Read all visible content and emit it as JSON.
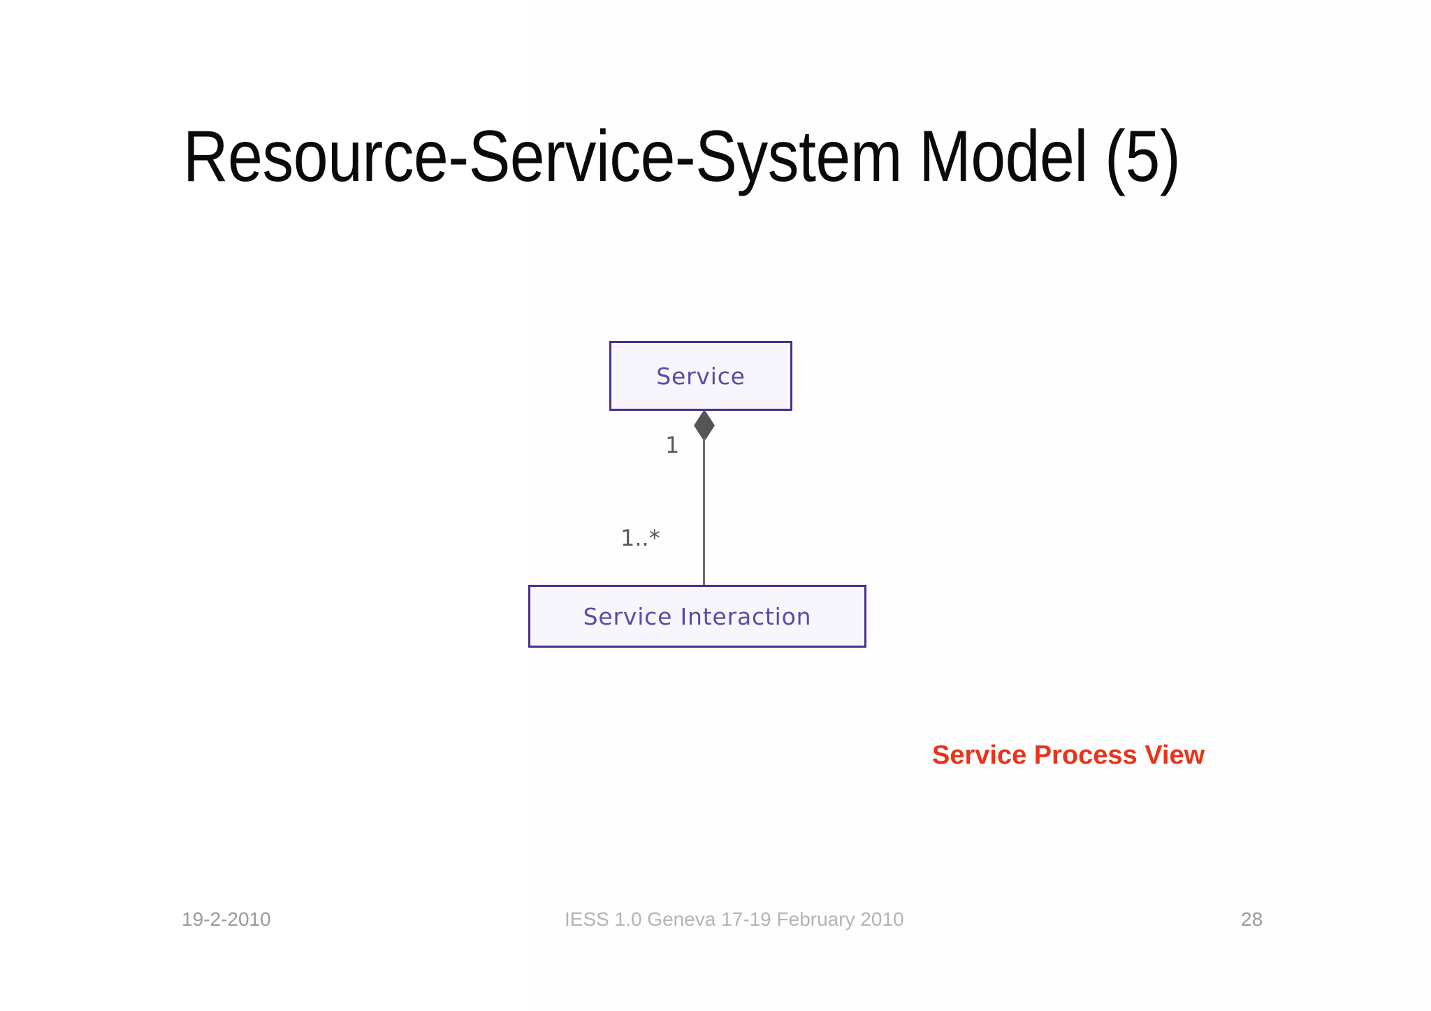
{
  "slide": {
    "title": "Resource-Service-System Model (5)",
    "background_color": "#ffffff"
  },
  "diagram": {
    "type": "uml-class-diagram",
    "notation": "composition",
    "colors": {
      "box_border": "#4b2d8f",
      "box_fill": "#f7f6fc",
      "box_text": "#5a4ba6",
      "connector": "#6b6b6b",
      "diamond": "#555555",
      "multiplicity_text": "#595959"
    },
    "classes": [
      {
        "id": "service",
        "label": "Service"
      },
      {
        "id": "service-interaction",
        "label": "Service Interaction"
      }
    ],
    "associations": [
      {
        "from": "service",
        "to": "service-interaction",
        "kind": "composition",
        "source_multiplicity": "1",
        "target_multiplicity": "1..*"
      }
    ],
    "multiplicity_near_service": "1",
    "multiplicity_near_interaction": "1..*"
  },
  "annotation": {
    "label": "Service Process View",
    "color": "#e8341a"
  },
  "footer": {
    "date": "19-2-2010",
    "event": "IESS 1.0 Geneva 17-19 February 2010",
    "page_number": "28"
  }
}
